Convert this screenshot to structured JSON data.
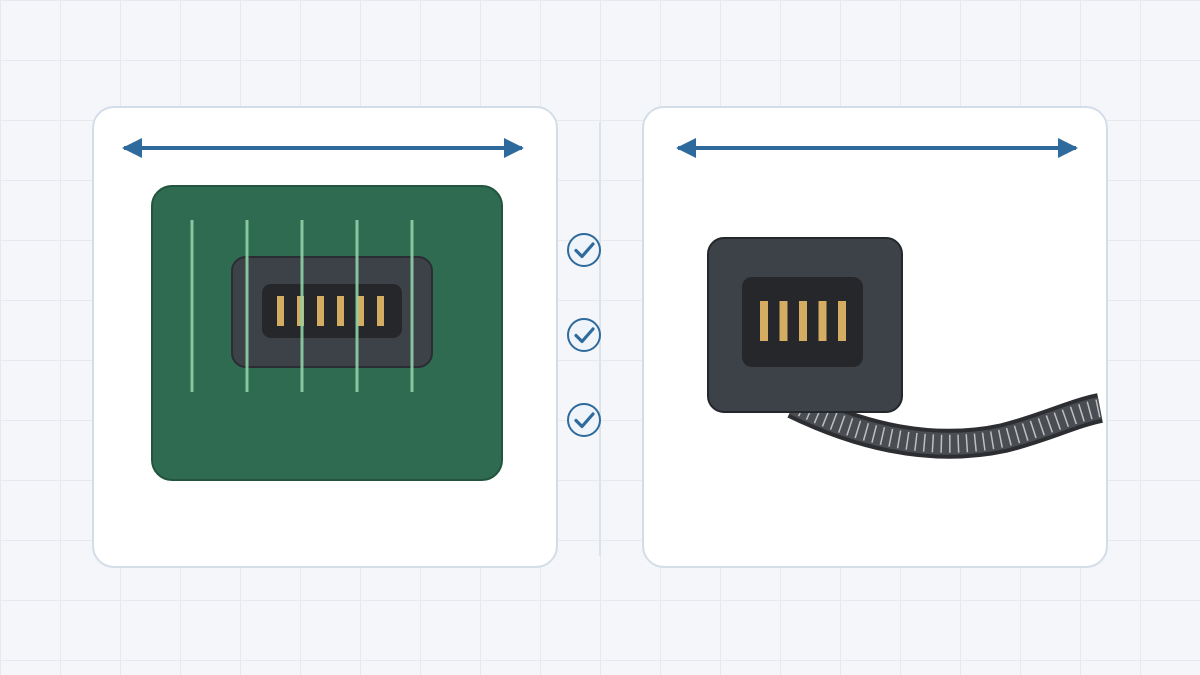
{
  "colors": {
    "background": "#f4f6f9",
    "grid": "#e6eaf0",
    "panel_border": "#d3dde8",
    "arrow": "#2f6a9c",
    "pcb": "#2f6b50",
    "pcb_trace": "#8fd1a6",
    "housing": "#3d4148",
    "port_cavity": "#25272b",
    "contact_pin": "#d4ad62",
    "cable": "#4a4d52",
    "check_fill": "#eef4fa",
    "check_stroke": "#2f6a9c"
  },
  "diagram": {
    "left_panel": {
      "component": "receptacle-on-pcb",
      "pin_count": 6,
      "trace_count": 5
    },
    "right_panel": {
      "component": "plug-with-cable",
      "pin_count": 5
    },
    "checks": [
      {
        "icon": "check-circle-icon"
      },
      {
        "icon": "check-circle-icon"
      },
      {
        "icon": "check-circle-icon"
      }
    ]
  }
}
